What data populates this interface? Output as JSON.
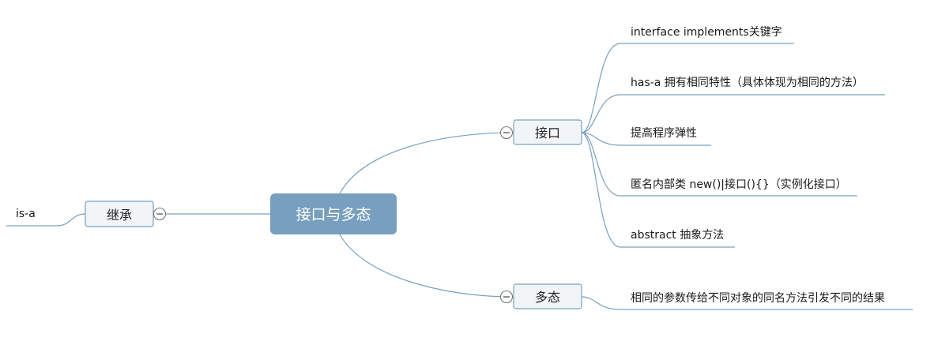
{
  "mindmap": {
    "root": {
      "label": "接口与多态"
    },
    "left": [
      {
        "label": "继承",
        "children": [
          "is-a"
        ]
      }
    ],
    "right": [
      {
        "label": "接口",
        "children": [
          "interface implements关键字",
          "has-a 拥有相同特性（具体体现为相同的方法）",
          "提高程序弹性",
          "匿名内部类 new()|接口(){}（实例化接口）",
          "abstract 抽象方法"
        ]
      },
      {
        "label": "多态",
        "children": [
          "相同的参数传给不同对象的同名方法引发不同的结果"
        ]
      }
    ],
    "colors": {
      "root_fill": "#789fbd",
      "node_fill": "#f2f5f8",
      "line": "#7aa0bf"
    }
  }
}
